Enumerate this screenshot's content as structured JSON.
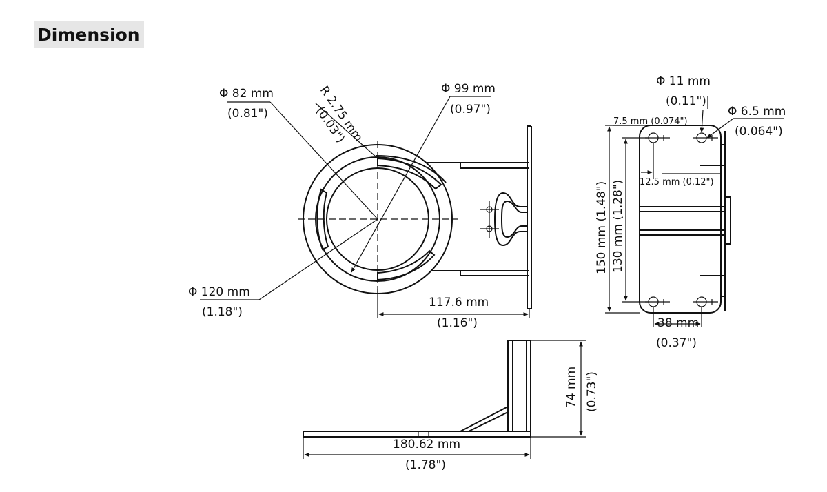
{
  "header": {
    "title": "Dimension"
  },
  "top_view": {
    "dia_82": {
      "mm": "Φ  82 mm",
      "in": "(0.81\")"
    },
    "radius": {
      "mm": "R 2.75 mm",
      "in": "(0.03\")"
    },
    "dia_99": {
      "mm": "Φ  99 mm",
      "in": "(0.97\")"
    },
    "dia_120": {
      "mm": "Φ  120 mm",
      "in": "(1.18\")"
    },
    "length": {
      "mm": "117.6 mm",
      "in": "(1.16\")"
    }
  },
  "side_view": {
    "height": {
      "mm": "74 mm",
      "in": "(0.73\")"
    },
    "width": {
      "mm": "180.62 mm",
      "in": "(1.78\")"
    }
  },
  "plate_view": {
    "hole_11": {
      "mm": "Φ  11 mm",
      "in": "(0.11\")"
    },
    "hole_6_5": {
      "mm": "Φ  6.5 mm",
      "in": "(0.064\")"
    },
    "offset_7_5": {
      "text": "7.5 mm (0.074\")"
    },
    "offset_12_5": {
      "text": "12.5 mm (0.12\")"
    },
    "height_150": {
      "text": "150 mm (1.48\")"
    },
    "height_130": {
      "text": "130 mm (1.28\")"
    },
    "width_38": {
      "mm": "38 mm",
      "in": "(0.37\")"
    }
  }
}
